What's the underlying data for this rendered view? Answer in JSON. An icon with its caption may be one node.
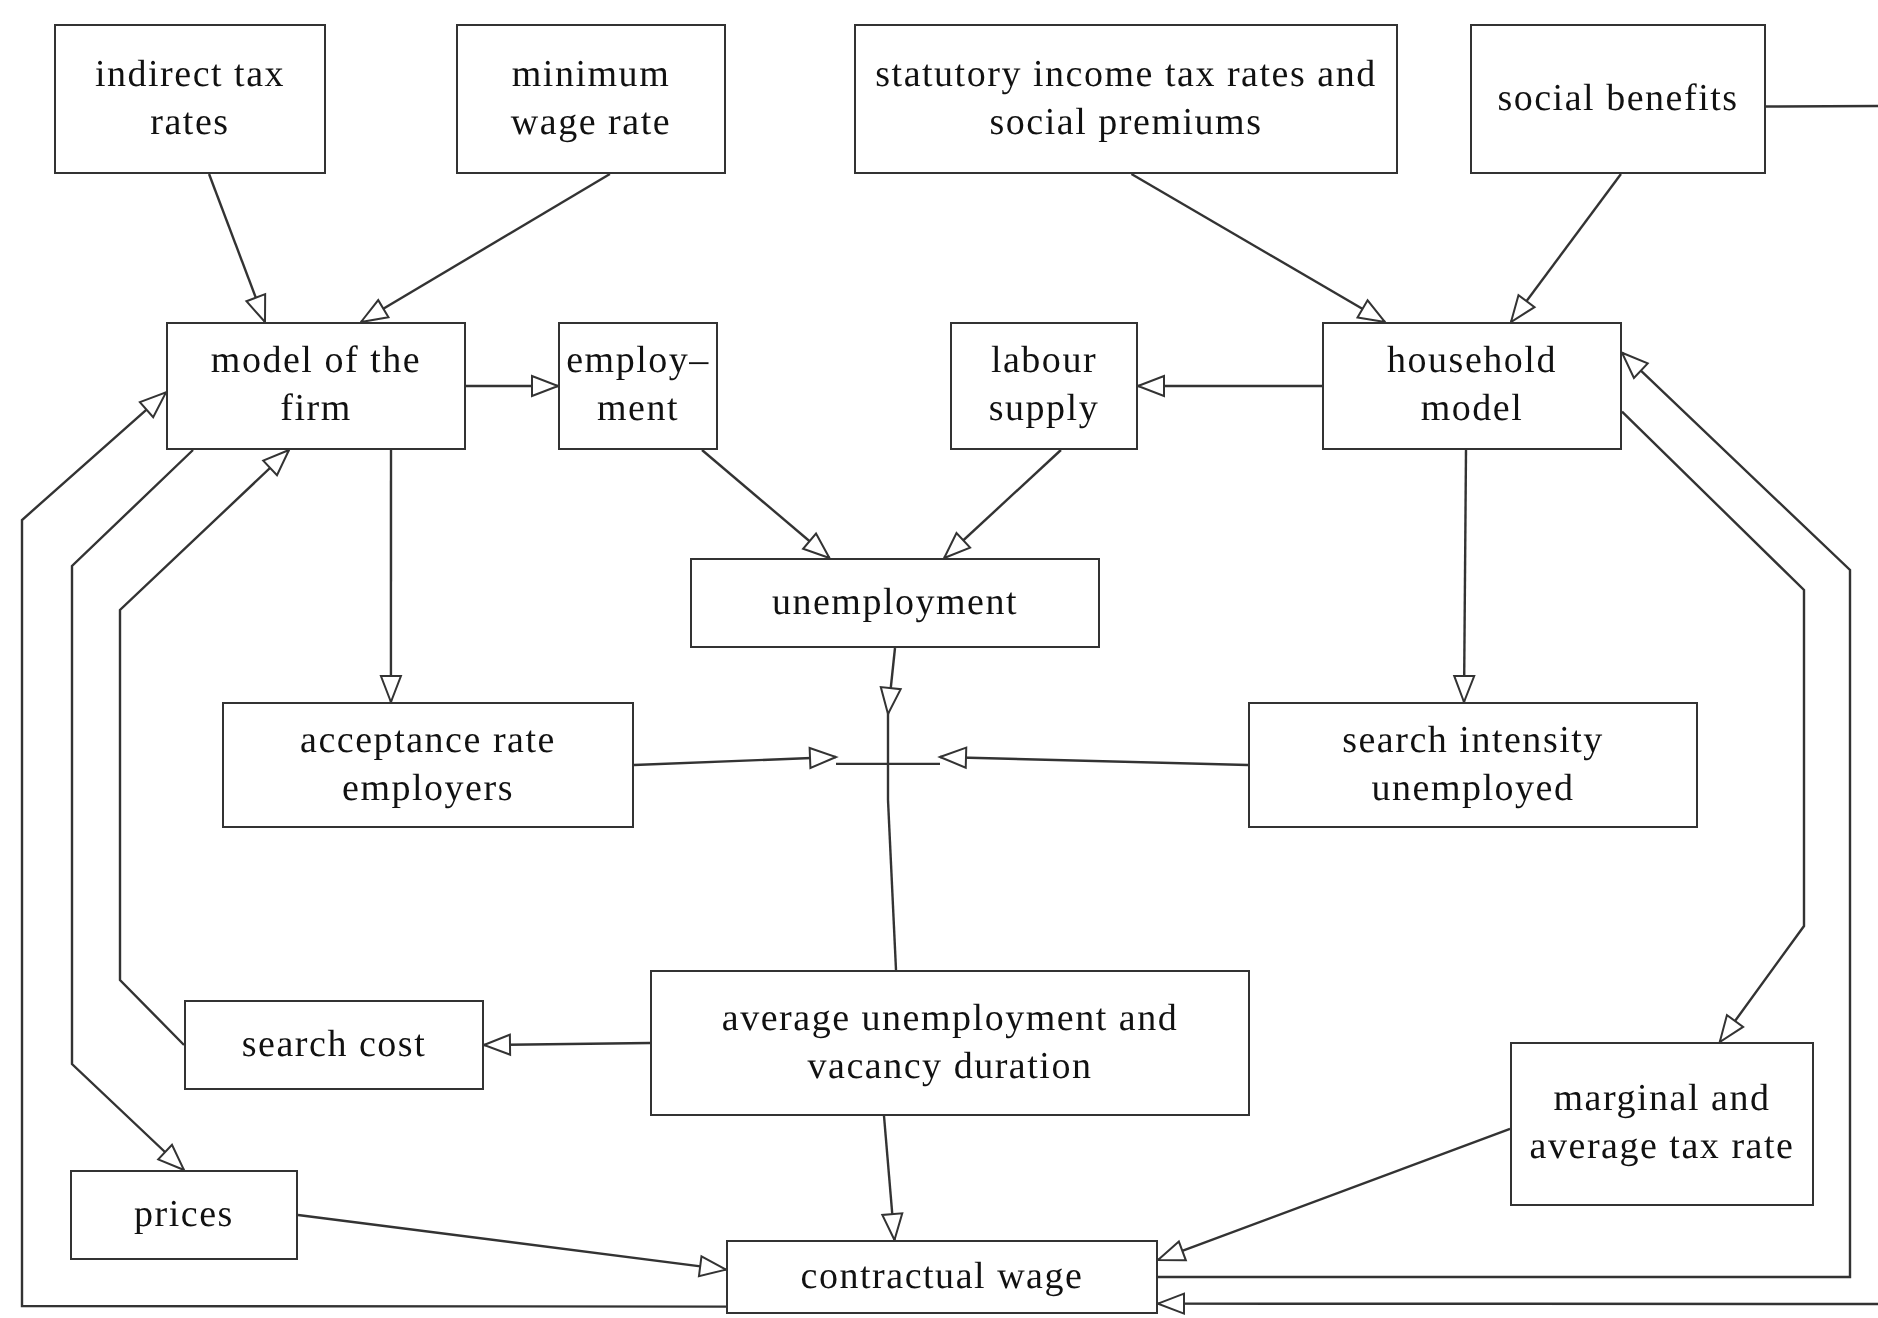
{
  "diagram": {
    "nodes": [
      {
        "text": [
          "indirect tax rates"
        ]
      },
      {
        "text": [
          "minimum wage rate"
        ]
      },
      {
        "text": [
          "statutory income tax rates and social premiums"
        ]
      },
      {
        "text": [
          "social benefits"
        ]
      },
      {
        "text": [
          "model of the firm"
        ]
      },
      {
        "text": [
          "employ– ment"
        ]
      },
      {
        "text": [
          "labour supply"
        ]
      },
      {
        "text": [
          "household model"
        ]
      },
      {
        "text": [
          "unemployment"
        ]
      },
      {
        "text": [
          "acceptance rate employers"
        ]
      },
      {
        "text": [
          "search intensity unemployed"
        ]
      },
      {
        "text": [
          "average unemployment and vacancy duration"
        ]
      },
      {
        "text": [
          "search cost"
        ]
      },
      {
        "text": [
          "marginal and average tax rate"
        ]
      },
      {
        "text": [
          "prices"
        ]
      },
      {
        "text": [
          "contractual wage"
        ]
      },
      {
        "text": [],
        "shape": "cross"
      }
    ],
    "edges": [
      {
        "from": 0,
        "to": 4,
        "arrow": "to"
      },
      {
        "from": 1,
        "to": 4,
        "arrow": "to"
      },
      {
        "from": 2,
        "to": 7,
        "arrow": "to"
      },
      {
        "from": 3,
        "to": 7,
        "arrow": "to"
      },
      {
        "from": 4,
        "to": 5,
        "arrow": "to"
      },
      {
        "from": 7,
        "to": 6,
        "arrow": "to"
      },
      {
        "from": 5,
        "to": 8,
        "arrow": "to"
      },
      {
        "from": 6,
        "to": 8,
        "arrow": "to"
      },
      {
        "from": 4,
        "to": 9,
        "arrow": "to"
      },
      {
        "from": 7,
        "to": 10,
        "arrow": "to"
      },
      {
        "from": 8,
        "to": 16,
        "arrow": "to"
      },
      {
        "from": 9,
        "to": 16,
        "arrow": "to"
      },
      {
        "from": 10,
        "to": 16,
        "arrow": "to"
      },
      {
        "from": 16,
        "to": 11,
        "arrow": "none"
      },
      {
        "from": 11,
        "to": 12,
        "arrow": "to"
      },
      {
        "from": 12,
        "to": 4,
        "arrow": "to"
      },
      {
        "from": 4,
        "to": 14,
        "arrow": "to"
      },
      {
        "from": 14,
        "to": 15,
        "arrow": "to"
      },
      {
        "from": 11,
        "to": 15,
        "arrow": "to"
      },
      {
        "from": 13,
        "to": 15,
        "arrow": "to"
      },
      {
        "from": 15,
        "to": 4,
        "arrow": "to"
      },
      {
        "from": 7,
        "to": 13,
        "arrow": "to"
      },
      {
        "from": 15,
        "to": 7,
        "arrow": "to"
      },
      {
        "from": 3,
        "to": null,
        "arrow": "none"
      },
      {
        "from": null,
        "to": 15,
        "arrow": "to"
      }
    ]
  }
}
